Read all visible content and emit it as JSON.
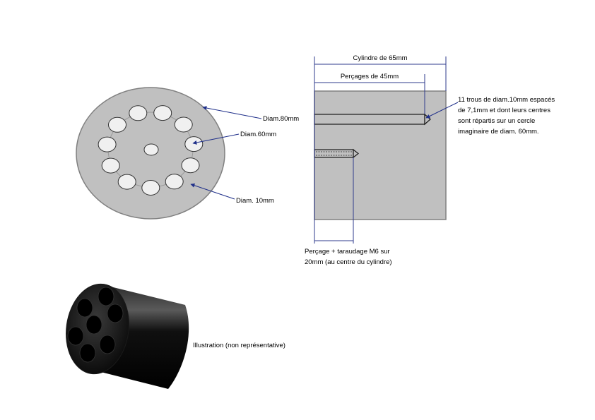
{
  "colors": {
    "body_fill": "#c0c0c0",
    "body_stroke": "#808080",
    "hole_fill": "#f0f0f0",
    "dimension_line": "#2f3b8c",
    "leader_line": "#1f2f8a"
  },
  "front_view": {
    "outer_label": "Diam.80mm",
    "pitch_label": "Diam.60mm",
    "hole_label": "Diam. 10mm",
    "hole_count": 11
  },
  "side_view": {
    "length_label": "Cylindre de 65mm",
    "bore_label": "Perçages de 45mm",
    "holes_note": [
      "11 trous de diam.10mm espacés",
      "de 7,1mm et dont leurs centres",
      "sont répartis sur un cercle",
      "imaginaire de diam. 60mm."
    ],
    "tap_note": [
      "Perçage + taraudage M6 sur",
      "20mm (au centre du cylindre)"
    ]
  },
  "illustration": {
    "caption": "Illustration (non représentative)"
  }
}
